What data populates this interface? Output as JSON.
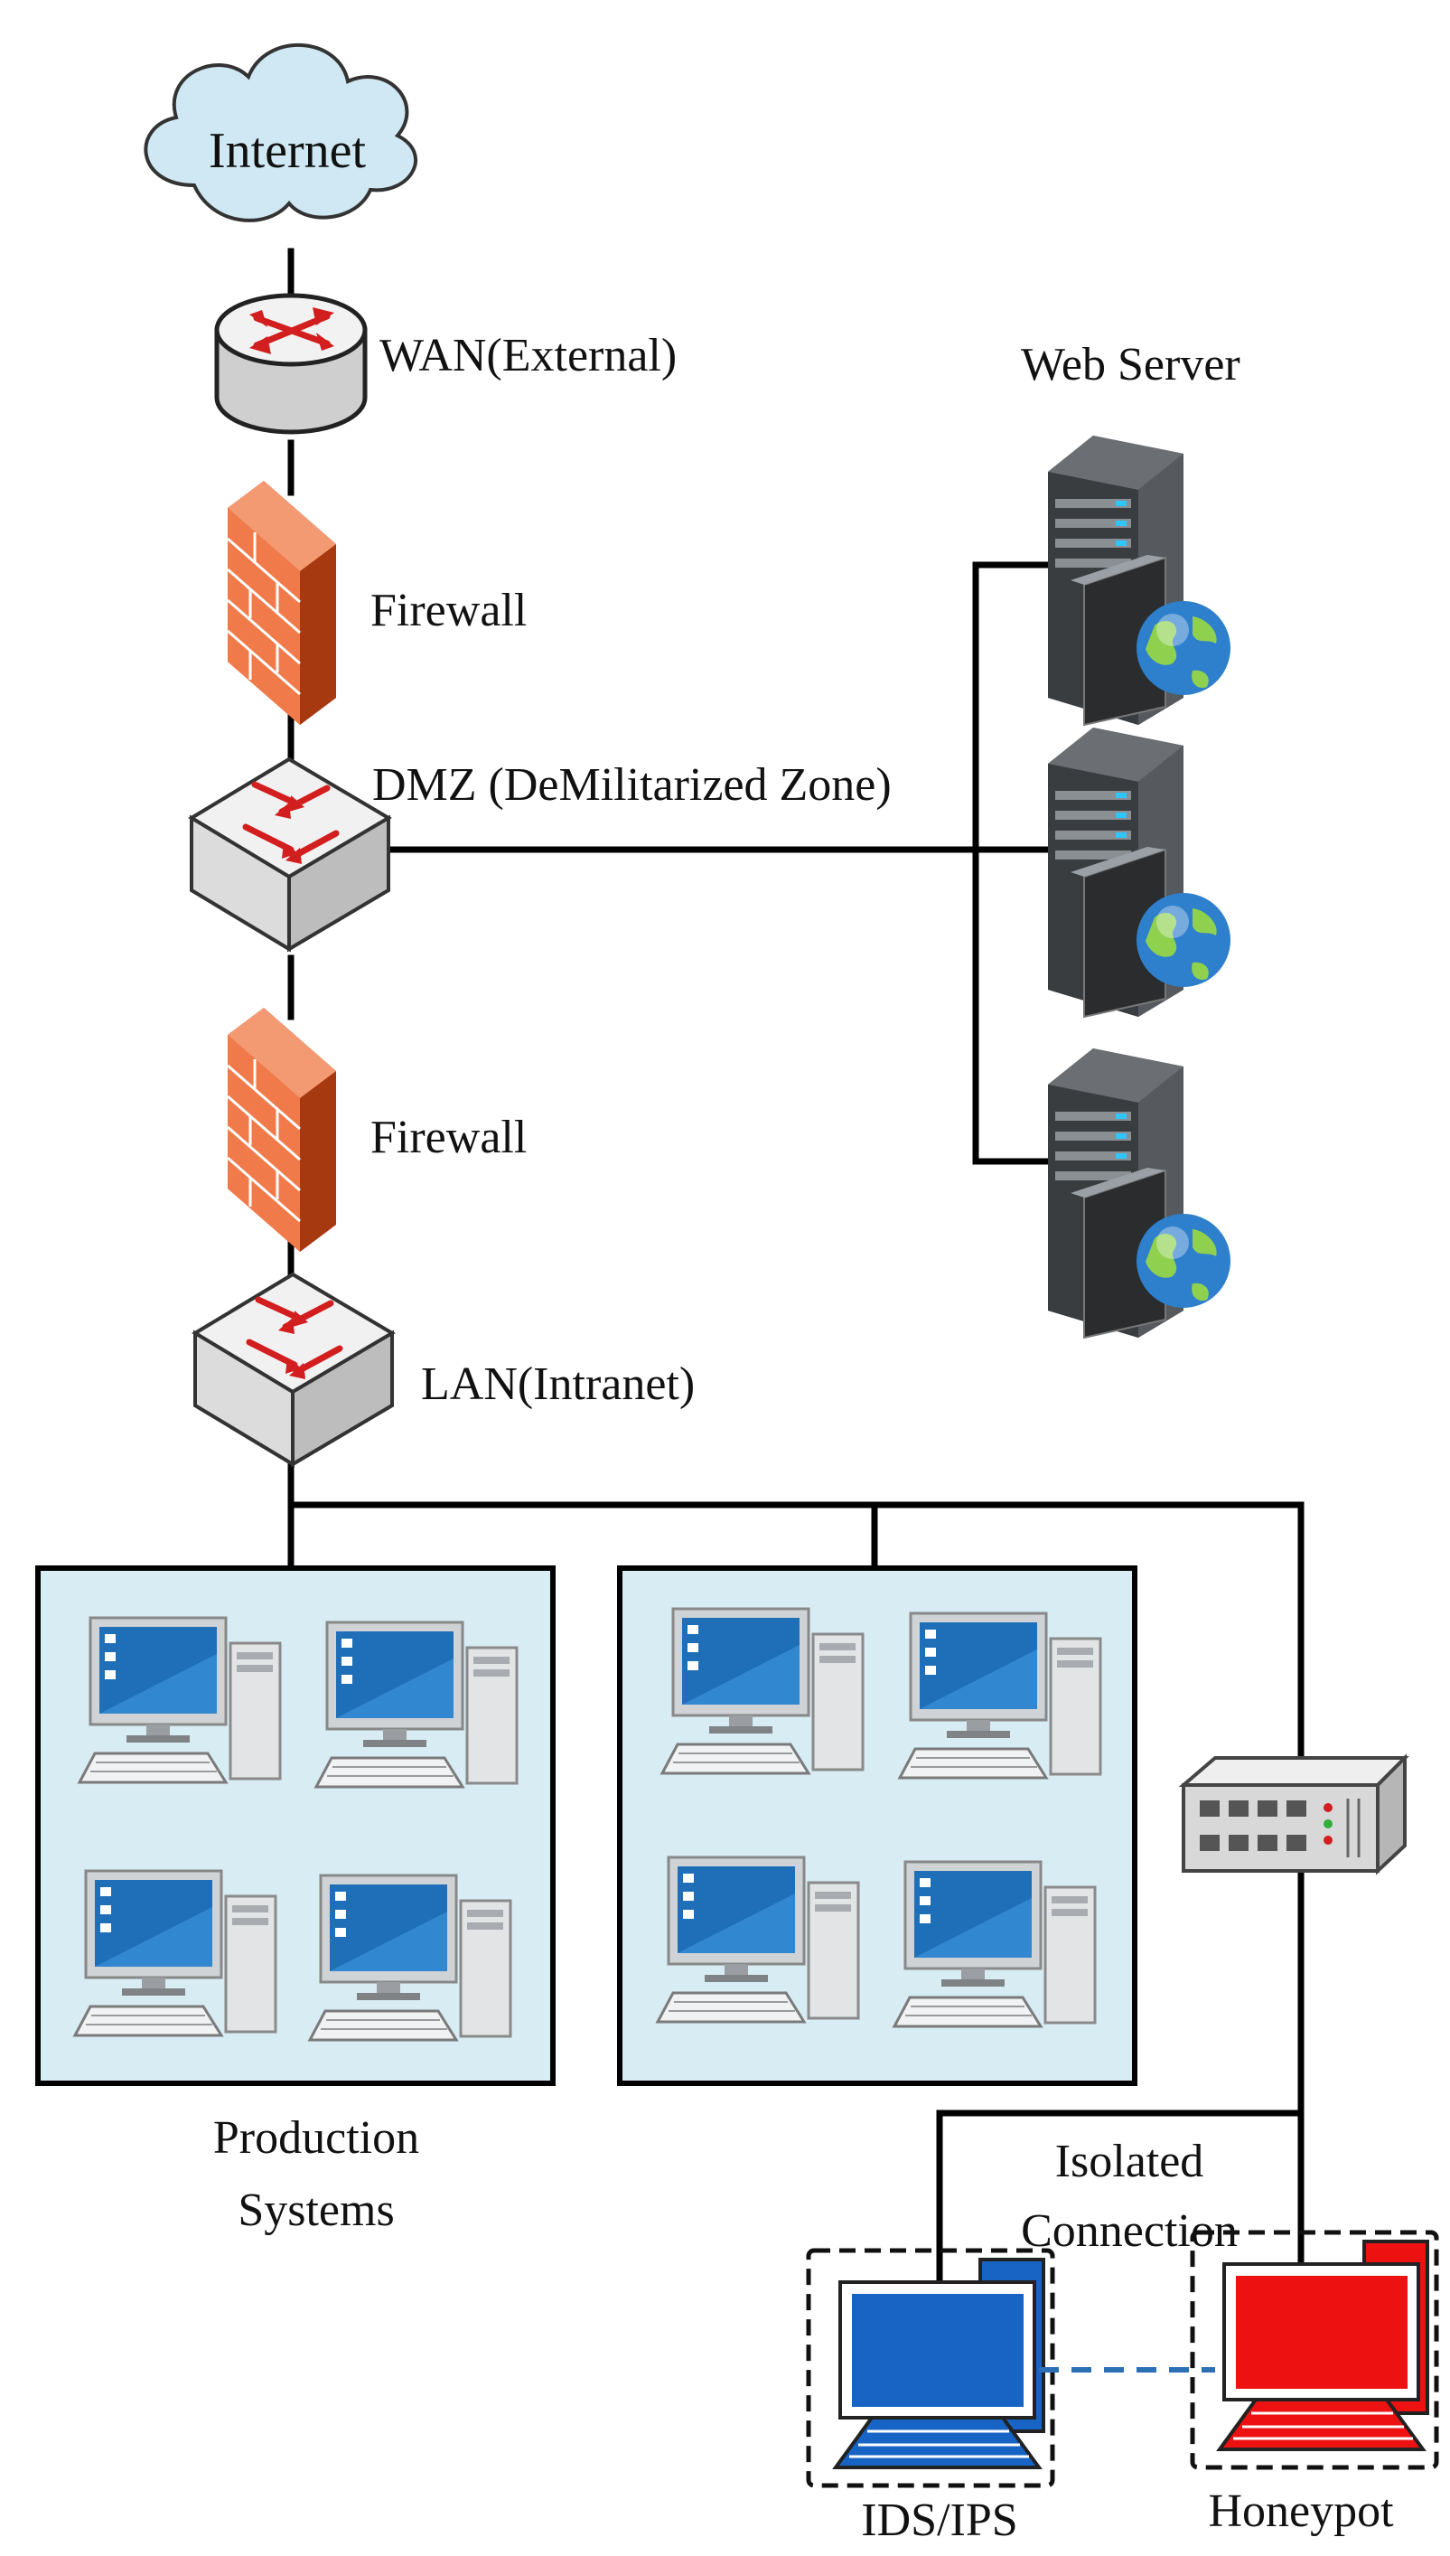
{
  "labels": {
    "internet": "Internet",
    "wan": "WAN(External)",
    "web_server": "Web Server",
    "firewall_top": "Firewall",
    "dmz": "DMZ (DeMilitarized Zone)",
    "firewall_bottom": "Firewall",
    "lan": "LAN(Intranet)",
    "production_line1": "Production",
    "production_line2": "Systems",
    "isolated_line1": "Isolated",
    "isolated_line2": "Connection",
    "ids": "IDS/IPS",
    "honeypot": "Honeypot"
  },
  "colors": {
    "cloud_fill": "#cfe8f3",
    "firewall_fill": "#f07a4a",
    "switch_fill": "#e8e8e8",
    "router_fill": "#e4e4e4",
    "arrow_red": "#d21e1e",
    "server_body": "#2e3134",
    "globe_blue": "#2e7fcc",
    "panel_fill": "#d8ecf4",
    "screen_blue": "#1f6fb8",
    "ids_blue": "#1764c4",
    "honeypot_red": "#ee1111",
    "hub_fill": "#d8d8d8",
    "dashed_link": "#2b6fb6"
  },
  "icons": {
    "internet": "cloud-icon",
    "wan": "router-icon",
    "firewall": "firewall-icon",
    "switch": "switch-icon",
    "server": "web-server-icon",
    "workstation": "desktop-computer-icon",
    "hub": "network-hub-icon",
    "ids": "ids-computer-icon",
    "honeypot": "honeypot-computer-icon"
  }
}
